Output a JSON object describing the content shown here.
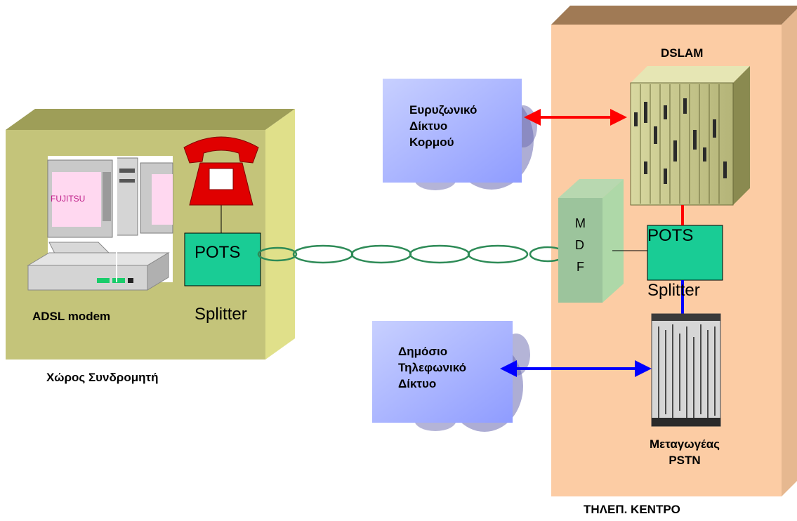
{
  "subscriber": {
    "modem_label": "ADSL modem",
    "splitter_box_label": "POTS",
    "splitter_label": "Splitter",
    "area_label": "Χώρος Συνδρομητή",
    "monitor_brand": "FUJITSU"
  },
  "exchange": {
    "title": "ΤΗΛΕΠ. ΚΕΝΤΡΟ",
    "dslam_label": "DSLAM",
    "mdf_letters": [
      "M",
      "D",
      "F"
    ],
    "splitter_box_label": "POTS",
    "splitter_label": "Splitter",
    "switch_label": "Μεταγωγέας\nPSTN"
  },
  "networks": {
    "broadband": "Ευρυζωνικό\nΔίκτυο\nΚορμού",
    "pstn": "Δημόσιο\nΤηλεφωνικό\nΔίκτυο"
  },
  "colors": {
    "subscriber_wall": "#c4c47a",
    "exchange_wall": "#fccca4",
    "splitter": "#19cc95",
    "mdf": "#9cc49c",
    "broadband_link": "#ff0000",
    "pstn_link": "#0000ff",
    "twisted_pair": "#2e8b57",
    "cloud": "#a8b4ff"
  }
}
